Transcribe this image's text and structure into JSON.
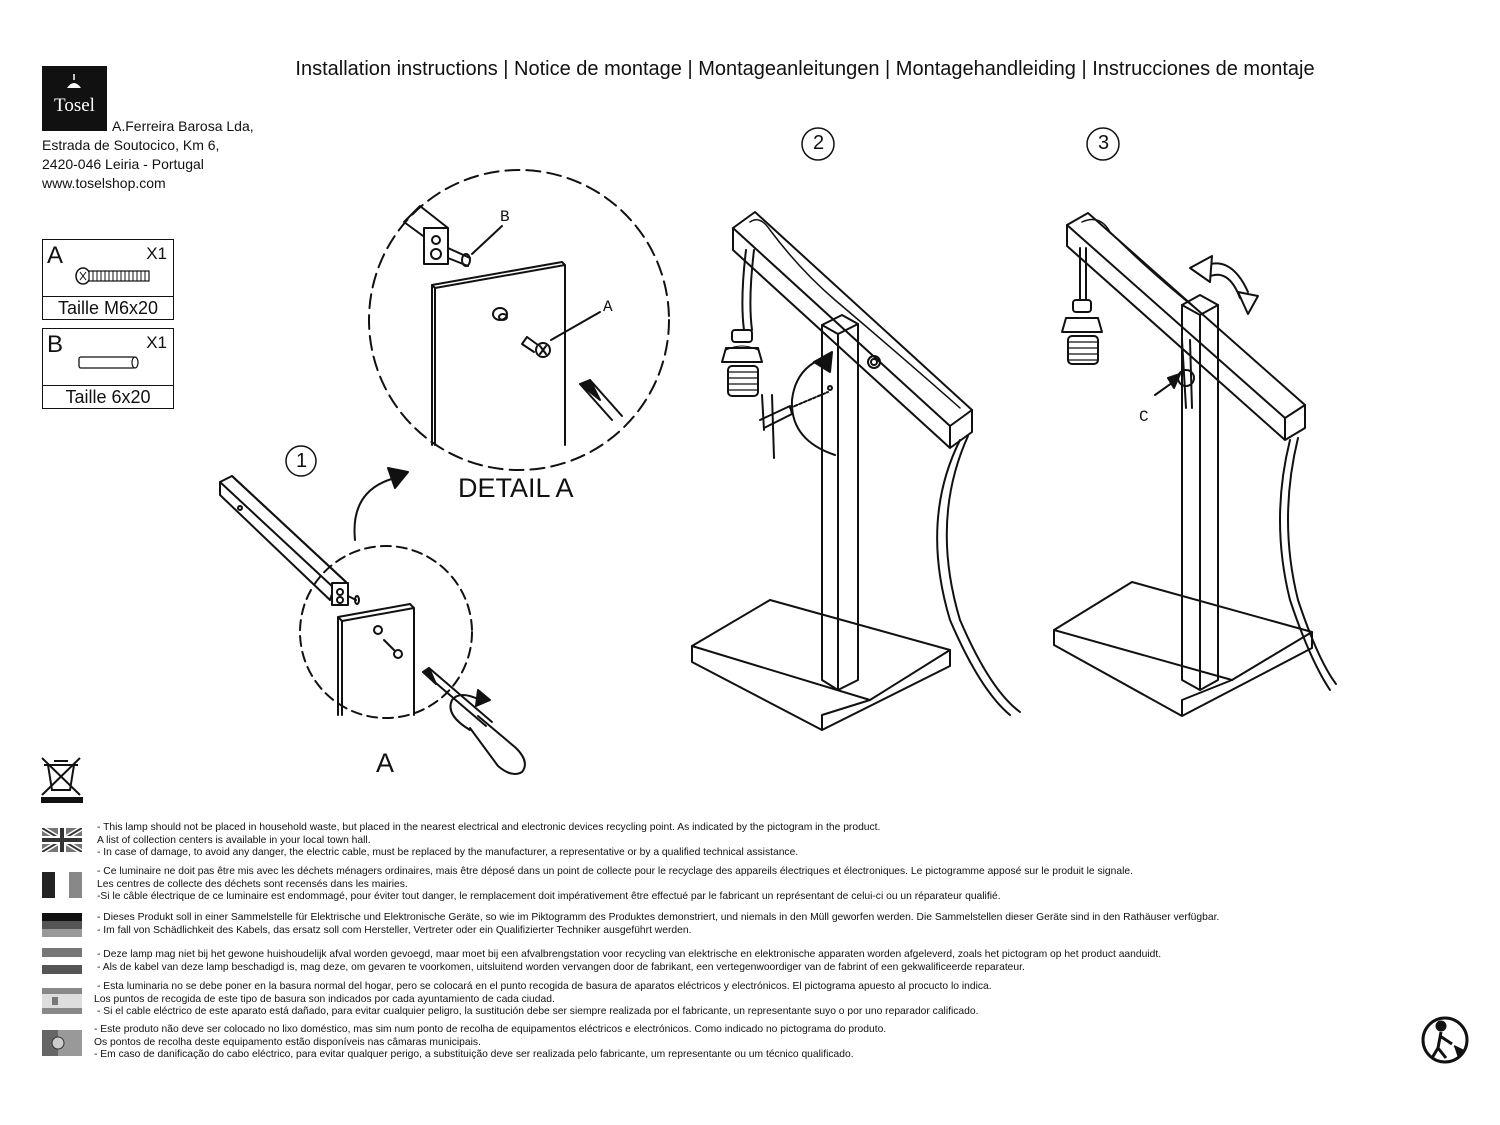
{
  "header": {
    "title": "Installation instructions | Notice de montage | Montageanleitungen | Montagehandleiding | Instrucciones de montaje"
  },
  "brand": {
    "logo_text": "Tosel",
    "address": [
      "A.Ferreira Barosa Lda,",
      "Estrada de Soutocico, Km 6,",
      "2420-046 Leiria - Portugal",
      "www.toselshop.com"
    ]
  },
  "parts": [
    {
      "letter": "A",
      "qty": "X1",
      "size": "Taille M6x20",
      "icon": "screw-icon"
    },
    {
      "letter": "B",
      "qty": "X1",
      "size": "Taille 6x20",
      "icon": "dowel-icon"
    }
  ],
  "steps": {
    "step1": "1",
    "step2": "2",
    "step3": "3",
    "detail_label": "DETAIL A",
    "callout_a_big": "A",
    "callout_a_small": "A",
    "callout_b": "B",
    "callout_c": "C"
  },
  "notices": [
    {
      "flag": "uk-flag-icon",
      "lines": [
        "- This lamp should not be placed in household waste, but placed in the nearest electrical and electronic devices recycling point. As indicated by the pictogram in the product.",
        "A list of collection centers is available in your local town hall.",
        "- In case of damage, to avoid any danger, the electric cable, must be replaced by the manufacturer, a representative or by a qualified technical assistance."
      ]
    },
    {
      "flag": "fr-flag-icon",
      "lines": [
        "- Ce luminaire ne doit pas être mis avec les déchets ménagers ordinaires, mais être déposé dans un point de collecte pour le recyclage des appareils électriques et électroniques. Le pictogramme apposé sur le produit le signale.",
        "Les centres de collecte des déchets sont recensés dans les mairies.",
        "-Si le câble électrique de ce luminaire est endommagé, pour éviter tout danger, le remplacement doit impérativement être effectué par le fabricant un représentant de celui-ci ou un réparateur qualifié."
      ]
    },
    {
      "flag": "de-flag-icon",
      "lines": [
        "- Dieses Produkt soll in einer Sammelstelle für Elektrische und Elektronische Geräte, so wie im Piktogramm des Produktes demonstriert, und niemals in den Müll geworfen werden. Die Sammelstellen dieser Geräte sind in den Rathäuser verfügbar.",
        "- Im fall von Schädlichkeit des Kabels, das ersatz soll com Hersteller, Vertreter oder ein Qualifizierter Techniker ausgeführt werden."
      ]
    },
    {
      "flag": "nl-flag-icon",
      "lines": [
        "- Deze lamp mag niet bij het gewone huishoudelijk afval worden gevoegd, maar moet bij een afvalbrengstation voor recycling van elektrische en elektronische apparaten worden afgeleverd, zoals het pictogram op het product aanduidt.",
        "- Als de kabel van deze lamp beschadigd is, mag deze, om gevaren te voorkomen, uitsluitend worden vervangen door de fabrikant, een vertegenwoordiger van de fabrint of een gekwalificeerde reparateur."
      ]
    },
    {
      "flag": "es-flag-icon",
      "lines": [
        "- Esta luminaria no se debe poner en la basura normal del hogar, pero se colocará en el punto recogida de basura de aparatos eléctricos y electrónicos. El pictograma apuesto al procucto lo indica.",
        "Los puntos de recogida de este tipo de basura son indicados por cada ayuntamiento de cada ciudad.",
        "- Si el cable eléctrico de este aparato está dañado, para evitar cualquier peligro, la sustitución debe ser siempre realizada por el fabricante, un representante suyo o por uno reparador calificado."
      ]
    },
    {
      "flag": "pt-flag-icon",
      "lines": [
        "- Este produto não deve ser colocado no lixo doméstico, mas sim num ponto de recolha de equipamentos eléctricos e electrónicos. Como indicado no pictograma do produto.",
        "Os pontos de recolha deste equipamento estão disponíveis nas câmaras municipais.",
        "- Em caso de danificação do cabo eléctrico, para evitar qualquer perigo, a substituição deve ser realizada pelo fabricante, um representante ou um técnico qualificado."
      ]
    }
  ]
}
